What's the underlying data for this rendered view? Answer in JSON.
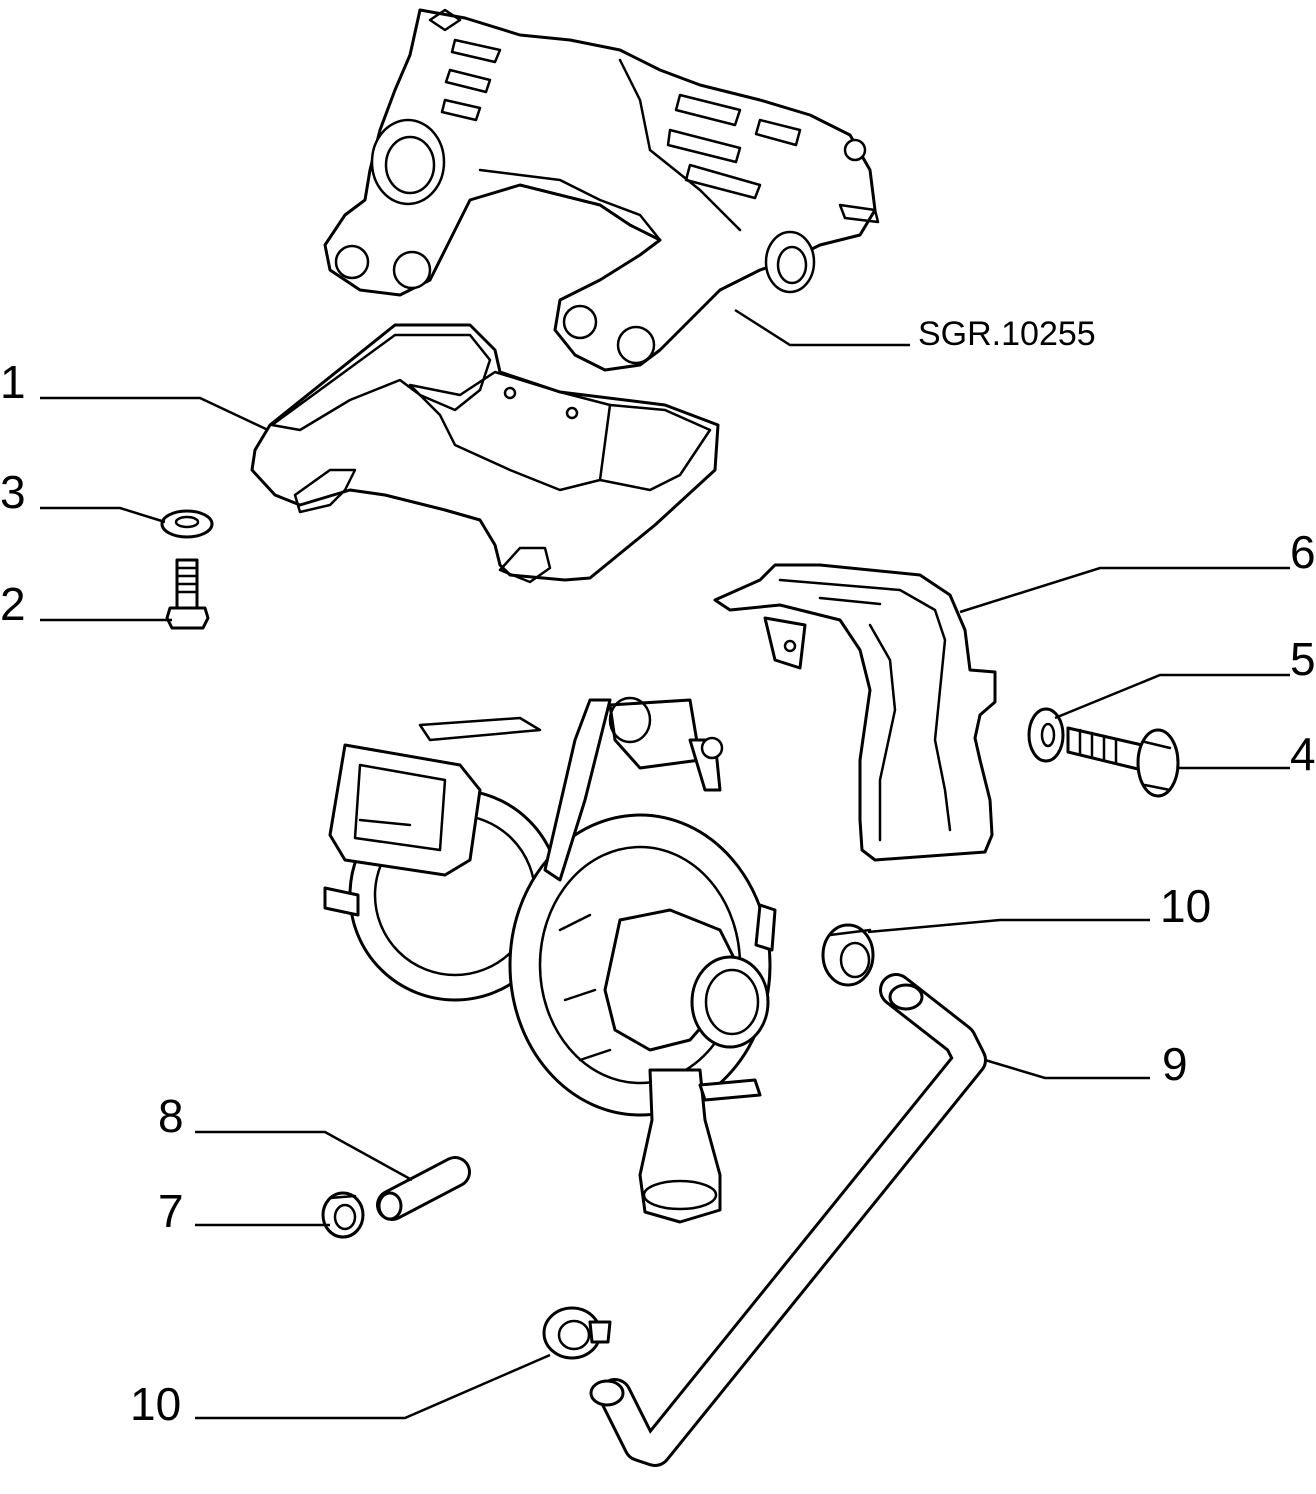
{
  "diagram": {
    "reference": "SGR.10255",
    "callouts": {
      "c1": "1",
      "c2": "2",
      "c3": "3",
      "c4": "4",
      "c5": "5",
      "c6": "6",
      "c7": "7",
      "c8": "8",
      "c9": "9",
      "c10a": "10",
      "c10b": "10"
    }
  }
}
